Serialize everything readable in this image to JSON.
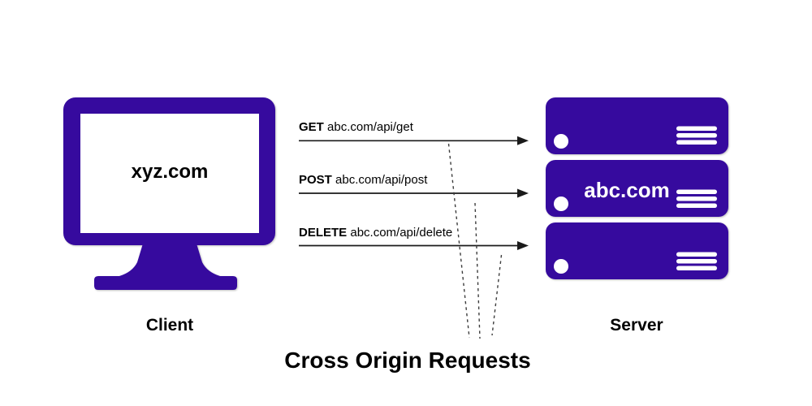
{
  "diagram": {
    "title": "Cross Origin Requests",
    "client": {
      "caption": "Client",
      "screen_label": "xyz.com"
    },
    "server": {
      "caption": "Server",
      "unit_label": "abc.com"
    },
    "requests": [
      {
        "method": "GET",
        "path": "abc.com/api/get"
      },
      {
        "method": "POST",
        "path": "abc.com/api/post"
      },
      {
        "method": "DELETE",
        "path": "abc.com/api/delete"
      }
    ],
    "colors": {
      "shape_purple": "#360A9E",
      "line_black": "#1A1A1A",
      "dashed_gray": "#3D3D3D",
      "label_white": "#FFFFFF"
    }
  }
}
